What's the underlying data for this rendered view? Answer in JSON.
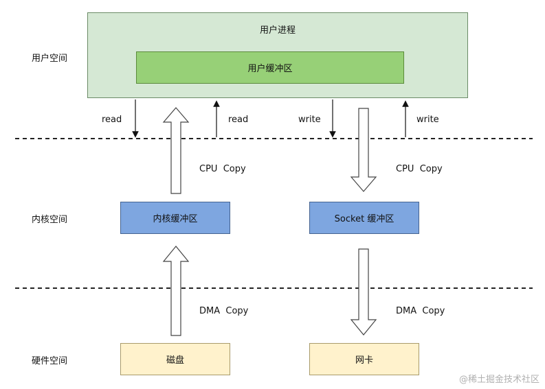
{
  "regions": {
    "user_space": "用户空间",
    "kernel_space": "内核空间",
    "hardware_space": "硬件空间"
  },
  "boxes": {
    "user_process": "用户进程",
    "user_buffer": "用户缓冲区",
    "kernel_buffer": "内核缓冲区",
    "socket_buffer": "Socket 缓冲区",
    "disk": "磁盘",
    "nic": "网卡"
  },
  "arrows": {
    "read_left": "read",
    "read_right": "read",
    "write_left": "write",
    "write_right": "write",
    "cpu_copy_left": "CPU  Copy",
    "cpu_copy_right": "CPU  Copy",
    "dma_copy_left": "DMA  Copy",
    "dma_copy_right": "DMA  Copy"
  },
  "watermark": "@稀土掘金技术社区",
  "colors": {
    "process_fill": "#d5e8d4",
    "user_buffer_fill": "#97d077",
    "kernel_fill": "#7ea6e0",
    "hardware_fill": "#fff2cc"
  }
}
